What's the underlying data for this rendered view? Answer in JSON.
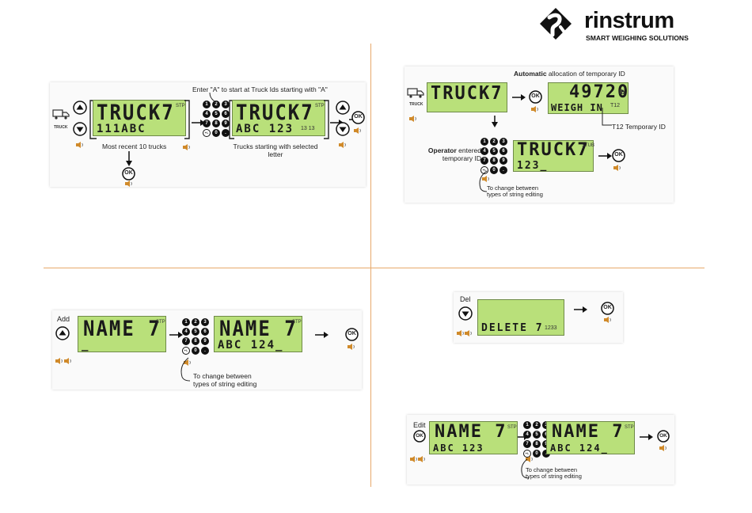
{
  "logo": {
    "name": "rinstrum",
    "tagline": "SMART WEIGHING SOLUTIONS"
  },
  "panel_tl": {
    "truck_label": "TRUCK",
    "lcd1_top": "TRUCK7",
    "lcd1_bottom": "111ABC",
    "lcd1_sub": "STP",
    "lcd2_top": "TRUCK7",
    "lcd2_bottom": "ABC 123",
    "lcd2_small": "13 13",
    "caption_top": "Enter \"A\" to start at Truck Ids starting with \"A\"",
    "caption_recent": "Most recent 10 trucks",
    "caption_letter_line1": "Trucks starting with selected",
    "caption_letter_line2": "letter",
    "ok": "OK"
  },
  "panel_tr": {
    "truck_label": "TRUCK",
    "title_bold": "Automatic",
    "title_rest": " allocation of temporary ID",
    "lcd1_top": "TRUCK7",
    "lcd2_top": "49720",
    "lcd2_unit": "lb",
    "lcd2_bottom": "WEIGH IN",
    "lcd2_small": "T12",
    "temp_caption": "T12 Temporary ID",
    "operator_bold": "Operator",
    "operator_rest": " entered",
    "operator_line2": "temporary ID",
    "lcd3_top": "TRUCK7",
    "lcd3_bottom": "123_",
    "lcd3_sub": "STUB",
    "note_line1": "To change between",
    "note_line2": "types of string editing",
    "ok": "OK"
  },
  "panel_bl": {
    "add_label": "Add",
    "lcd1_top": "NAME 7",
    "lcd1_bottom": "_",
    "lcd1_sub": "STP",
    "lcd2_top": "NAME 7",
    "lcd2_bottom": "ABC 124_",
    "lcd2_sub": "STP",
    "note_line1": "To change between",
    "note_line2": "types of string editing",
    "ok": "OK"
  },
  "panel_br1": {
    "del_label": "Del",
    "lcd_bottom": "DELETE 7",
    "lcd_small": "1233",
    "ok": "OK"
  },
  "panel_br2": {
    "edit_label": "Edit",
    "lcd1_top": "NAME 7",
    "lcd1_bottom": "ABC 123",
    "lcd1_sub": "STP",
    "lcd2_top": "NAME 7",
    "lcd2_bottom": "ABC 124_",
    "lcd2_sub": "STP",
    "note_line1": "To change between",
    "note_line2": "types of string editing",
    "ok": "OK"
  },
  "keypad_keys": [
    "1",
    "2",
    "3",
    "4",
    "5",
    "6",
    "7",
    "8",
    "9",
    "+/-",
    "0",
    "."
  ],
  "colors": {
    "lcd": "#b9e07a",
    "divider": "#e7a96b",
    "speaker": "#d08a2a"
  }
}
